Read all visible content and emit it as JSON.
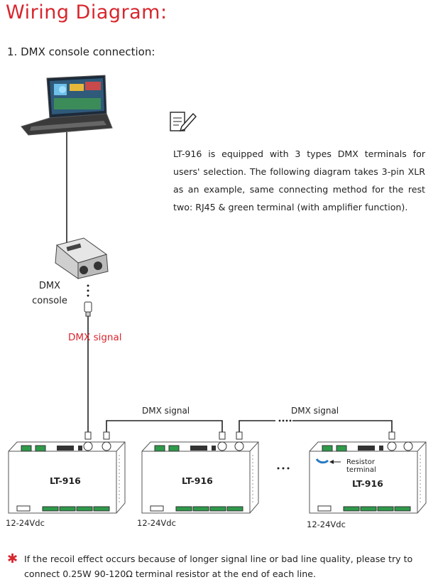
{
  "title": "Wiring Diagram:",
  "section_heading": "1. DMX console connection:",
  "note": {
    "icon": "note-pencil-icon",
    "text": "LT-916 is equipped with 3 types DMX terminals for users' selection. The following diagram takes 3-pin XLR as an example, same connecting method for the rest two: RJ45 & green terminal (with amplifier function)."
  },
  "console_label_line1": "DMX",
  "console_label_line2": "console",
  "dmx_signal_main": "DMX signal",
  "dmx_signal_link1": "DMX signal",
  "dmx_signal_link2": "DMX signal",
  "devices": [
    {
      "model": "LT-916",
      "power": "12-24Vdc"
    },
    {
      "model": "LT-916",
      "power": "12-24Vdc"
    },
    {
      "model": "LT-916",
      "power": "12-24Vdc"
    }
  ],
  "resistor_label_line1": "Resistor",
  "resistor_label_line2": "terminal",
  "ellipsis_top": "• • • •",
  "ellipsis_mid": "• • •",
  "footer": {
    "star": "✱",
    "text": "If the recoil effect occurs because of longer signal line or bad line quality, please try to connect 0.25W 90-120Ω terminal resistor at the end of each line."
  },
  "colors": {
    "accent": "#d8262e",
    "device": "#ffffff",
    "terminal_green": "#2e9a4a"
  }
}
